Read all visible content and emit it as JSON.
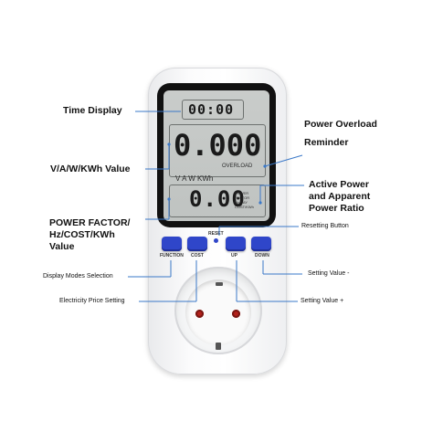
{
  "display": {
    "time": "00:00",
    "main": "0.000",
    "overload": "OVERLOAD",
    "units": "V  A  W  KWh",
    "secondary": "0.00",
    "indicators": [
      "POWER",
      "FACTOR",
      "Hz DAY",
      "COST/KWh"
    ]
  },
  "buttons": {
    "function": "FUNCTION",
    "cost": "COST",
    "up": "UP",
    "down": "DOWN",
    "reset": "RESET"
  },
  "annotations": {
    "time_display": "Time Display",
    "vawkwh": "V/A/W/KWh Value",
    "power_factor_line1": "POWER FACTOR/",
    "power_factor_line2": "Hz/COST/KWh",
    "power_factor_line3": "Value",
    "display_modes": "Display Modes Selection",
    "electricity_price": "Electricity Price Setting",
    "overload_line1": "Power Overload",
    "overload_line2": "Reminder",
    "active_power_line1": "Active Power",
    "active_power_line2": "and Apparent",
    "active_power_line3": "Power Ratio",
    "resetting": "Resetting Button",
    "setting_minus": "Setting Value -",
    "setting_plus": "Setting Value +"
  },
  "colors": {
    "accent_blue": "#2f46c9",
    "leader_blue": "#3a78c8",
    "pin_red": "#b3211b"
  }
}
